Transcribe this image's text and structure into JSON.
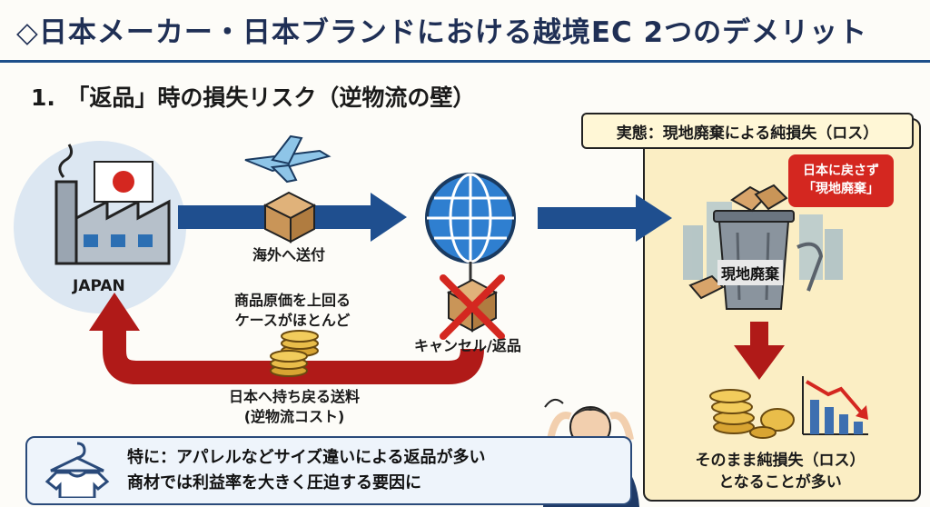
{
  "title": "◇日本メーカー・日本ブランドにおける越境EC 2つのデメリット",
  "subtitle": "1.　「返品」時の損失リスク（逆物流の壁）",
  "flow": {
    "origin_label": "JAPAN",
    "ship_label": "海外へ送付",
    "cancel_label": "キャンセル/返品",
    "cost_note_line1": "商品原価を上回る",
    "cost_note_line2": "ケースがほとんど",
    "return_label_line1": "日本へ持ち戻る送料",
    "return_label_line2": "(逆物流コスト)"
  },
  "panel": {
    "header": "実態：現地廃棄による純損失（ロス）",
    "callout_line1": "日本に戻さず",
    "callout_line2": "「現地廃棄」",
    "bin_label": "現地廃棄",
    "result_line1": "そのまま純損失（ロス）",
    "result_line2": "となることが多い"
  },
  "note": {
    "line1": "特に：アパレルなどサイズ違いによる返品が多い",
    "line2": "商材では利益率を大きく圧迫する要因に"
  },
  "colors": {
    "navy": "#1f2f55",
    "accent_blue": "#1d4f8a",
    "red": "#d42720",
    "panel_bg": "#fbeec4"
  },
  "icons": [
    "factory-icon",
    "japan-flag-icon",
    "airplane-icon",
    "package-icon",
    "globe-icon",
    "cancel-x-icon",
    "trash-bin-icon",
    "coins-icon",
    "declining-chart-icon",
    "hanger-shirt-icon",
    "stressed-person-icon",
    "city-skyline-icon"
  ]
}
